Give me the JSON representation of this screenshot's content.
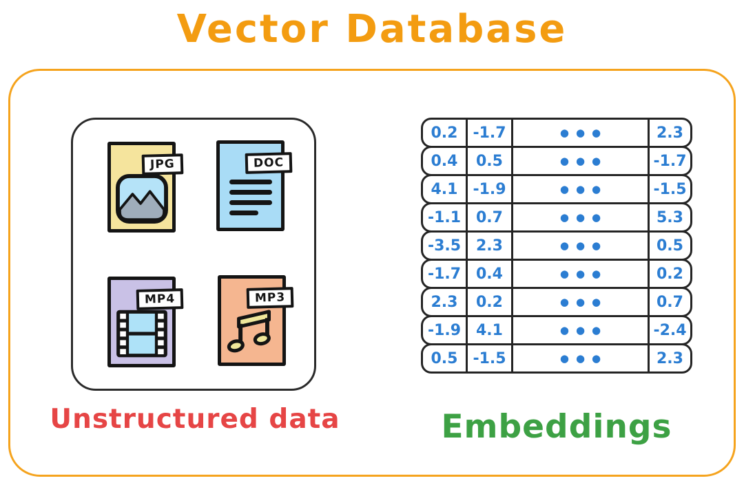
{
  "title": "Vector Database",
  "colors": {
    "title_orange": "#f39c11",
    "frame_orange": "#f5a31d",
    "unstructured_red": "#e64545",
    "embeddings_green": "#3da144",
    "value_blue": "#2b7dd2",
    "ink_black": "#141414",
    "jpg_yellow": "#f5e49d",
    "doc_blue": "#a9dcf6",
    "mp4_purple": "#c9c1e6",
    "mp3_peach": "#f5b690"
  },
  "unstructured": {
    "label": "Unstructured data",
    "files": [
      {
        "label": "JPG",
        "icon": "image-icon",
        "color": "#f5e49d"
      },
      {
        "label": "DOC",
        "icon": "document-text-icon",
        "color": "#a9dcf6"
      },
      {
        "label": "MP4",
        "icon": "film-strip-icon",
        "color": "#c9c1e6"
      },
      {
        "label": "MP3",
        "icon": "music-note-icon",
        "color": "#f5b690"
      }
    ]
  },
  "embeddings": {
    "label": "Embeddings",
    "ellipsis": "●●●",
    "rows": [
      [
        "0.2",
        "-1.7",
        "2.3"
      ],
      [
        "0.4",
        "0.5",
        "-1.7"
      ],
      [
        "4.1",
        "-1.9",
        "-1.5"
      ],
      [
        "-1.1",
        "0.7",
        "5.3"
      ],
      [
        "-3.5",
        "2.3",
        "0.5"
      ],
      [
        "-1.7",
        "0.4",
        "0.2"
      ],
      [
        "2.3",
        "0.2",
        "0.7"
      ],
      [
        "-1.9",
        "4.1",
        "-2.4"
      ],
      [
        "0.5",
        "-1.5",
        "2.3"
      ]
    ]
  }
}
